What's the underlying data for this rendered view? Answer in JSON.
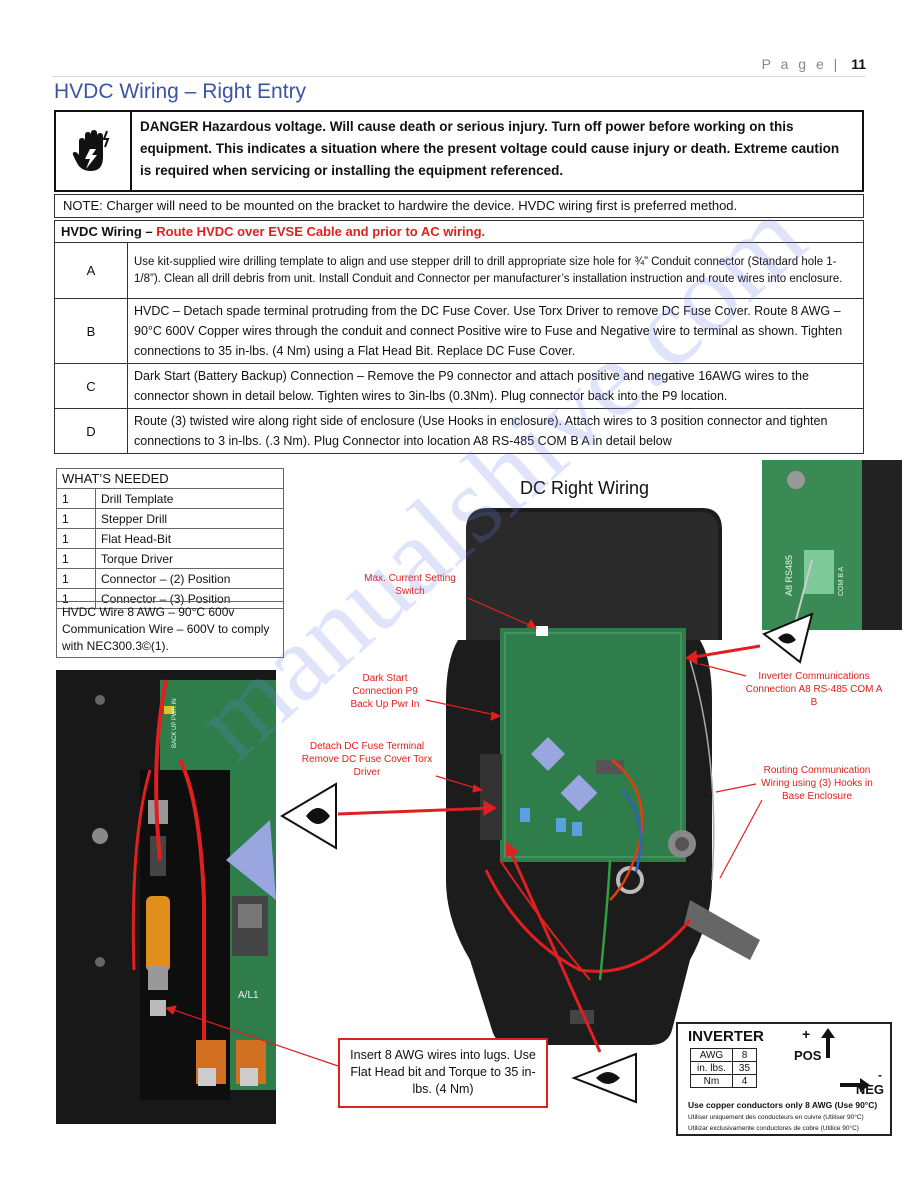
{
  "page": {
    "label": "P a g e",
    "number": "11"
  },
  "title": "HVDC Wiring – Right Entry",
  "danger": {
    "text": "DANGER Hazardous voltage. Will cause death or serious injury. Turn off power before working on this equipment. This indicates a situation where the present voltage could cause injury or death. Extreme caution is required when servicing or installing the equipment referenced.",
    "icon": "high-voltage-hand-icon"
  },
  "note": "NOTE:  Charger will need to be mounted on the bracket to hardwire the device. HVDC wiring first is preferred method.",
  "steps_header": {
    "label": "HVDC Wiring – ",
    "highlight": "Route HVDC over EVSE Cable and prior to AC wiring."
  },
  "steps": [
    {
      "letter": "A",
      "text": "Use kit-supplied wire drilling template to align and use stepper drill to drill appropriate size hole for ¾” Conduit connector (Standard hole 1-1/8”). Clean all drill debris from unit. Install Conduit and Connector per manufacturer’s installation instruction and route wires into enclosure."
    },
    {
      "letter": "B",
      "text": "HVDC – Detach spade terminal protruding from the DC Fuse Cover. Use Torx Driver to remove DC Fuse Cover.  Route 8 AWG – 90°C 600V Copper wires through the conduit and connect Positive wire to Fuse and Negative wire to terminal as shown. Tighten connections to 35 in-lbs. (4 Nm) using a Flat Head Bit. Replace DC Fuse Cover."
    },
    {
      "letter": "C",
      "text": "Dark Start (Battery Backup) Connection – Remove the P9 connector and attach positive and negative 16AWG wires to the connector shown in detail below. Tighten wires to 3in-lbs (0.3Nm). Plug connector back into the P9 location."
    },
    {
      "letter": "D",
      "text": "Route (3) twisted wire along right side of enclosure (Use Hooks in enclosure). Attach wires to 3 position connector and tighten connections to 3 in-lbs. (.3 Nm). Plug Connector into location A8 RS-485 COM B A in detail below"
    }
  ],
  "needed": {
    "header": "WHAT’S NEEDED",
    "items": [
      {
        "qty": "1",
        "item": "Drill Template"
      },
      {
        "qty": "1",
        "item": "Stepper Drill"
      },
      {
        "qty": "1",
        "item": "Flat Head-Bit"
      },
      {
        "qty": "1",
        "item": "Torque Driver"
      },
      {
        "qty": "1",
        "item": "Connector – (2) Position"
      },
      {
        "qty": "1",
        "item": "Connector – (3) Position"
      }
    ],
    "footer": "HVDC Wire 8 AWG – 90°C 600v Communication Wire – 600V to comply with NEC300.3©(1)."
  },
  "diagram": {
    "title": "DC Right Wiring",
    "labels": {
      "max_current": "Max. Current Setting Switch",
      "dark_start": "Dark Start Connection P9 Back Up Pwr In",
      "fuse": "Detach DC Fuse Terminal Remove DC Fuse Cover Torx Driver",
      "inverter_comm": "Inverter Communications Connection A8 RS-485 COM A B",
      "routing": "Routing Communication Wiring using (3) Hooks in Base Enclosure"
    },
    "board_labels": {
      "rs485": "A8 RS485",
      "com": "COM B A",
      "al1": "A/L1",
      "backup": "BACK UP PWR IN"
    },
    "callout": "Insert 8 AWG wires into lugs. Use Flat Head bit and Torque to 35 in-lbs. (4 Nm)",
    "colors": {
      "red": "#e02020",
      "pcb": "#2e7d4a",
      "housing": "#1c1c1c"
    }
  },
  "inverter_label": {
    "title": "INVERTER",
    "rows": [
      [
        "AWG",
        "8"
      ],
      [
        "in. lbs.",
        "35"
      ],
      [
        "Nm",
        "4"
      ]
    ],
    "pos": "POS",
    "neg": "NEG",
    "plus": "+",
    "minus": "-",
    "footer1": "Use copper conductors only 8 AWG (Use 90°C)",
    "footer2": "Utiliser uniquement des conducteurs en cuivre (Utiliser 90°C)",
    "footer3": "Utilizar exclusivamente conductores de cobre (Utilice 90°C)"
  },
  "watermark": "manualshive.com"
}
